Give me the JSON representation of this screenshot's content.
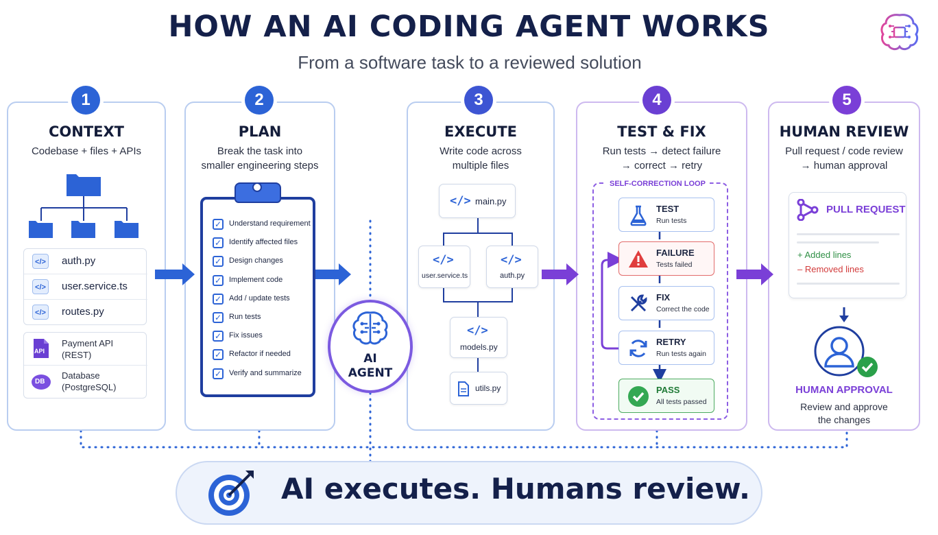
{
  "header": {
    "title": "HOW AN AI CODING AGENT WORKS",
    "subtitle": "From a software task to a reviewed solution"
  },
  "colors": {
    "navy": "#14204a",
    "blue": "#2c63d6",
    "purple": "#7a3fd7",
    "red": "#d23b3b",
    "green": "#2f8f45"
  },
  "steps": [
    {
      "number": "1",
      "title": "CONTEXT",
      "subtitle_lines": [
        "Codebase + files + APIs"
      ]
    },
    {
      "number": "2",
      "title": "PLAN",
      "subtitle_lines": [
        "Break the task into",
        "smaller engineering steps"
      ]
    },
    {
      "number": "3",
      "title": "EXECUTE",
      "subtitle_lines": [
        "Write code across",
        "multiple files"
      ]
    },
    {
      "number": "4",
      "title": "TEST & FIX",
      "subtitle_lines": [
        "Run tests → detect failure",
        "→ correct → retry"
      ]
    },
    {
      "number": "5",
      "title": "HUMAN REVIEW",
      "subtitle_lines": [
        "Pull request / code review",
        "→ human approval"
      ]
    }
  ],
  "context": {
    "files": [
      "auth.py",
      "user.service.ts",
      "routes.py"
    ],
    "code_icon": "</>",
    "api": {
      "icon_text": "API",
      "lines": [
        "Payment API",
        "(REST)"
      ]
    },
    "db": {
      "icon_text": "DB",
      "lines": [
        "Database",
        "(PostgreSQL)"
      ]
    }
  },
  "plan": {
    "check_mark": "✓",
    "items": [
      "Understand requirement",
      "Identify affected files",
      "Design changes",
      "Implement code",
      "Add / update tests",
      "Run tests",
      "Fix issues",
      "Refactor if needed",
      "Verify and summarize"
    ]
  },
  "agent": {
    "line1": "AI",
    "line2": "AGENT"
  },
  "execute": {
    "code_icon": "</>",
    "files": {
      "main": "main.py",
      "user_service": "user.service.ts",
      "auth": "auth.py",
      "models": "models.py",
      "utils": "utils.py"
    }
  },
  "test_fix": {
    "loop_label": "SELF-CORRECTION LOOP",
    "cards": [
      {
        "title": "TEST",
        "subtitle": "Run tests",
        "icon": "flask-icon"
      },
      {
        "title": "FAILURE",
        "subtitle": "Tests failed",
        "icon": "warning-icon"
      },
      {
        "title": "FIX",
        "subtitle": "Correct the code",
        "icon": "tools-icon"
      },
      {
        "title": "RETRY",
        "subtitle": "Run tests again",
        "icon": "refresh-icon"
      },
      {
        "title": "PASS",
        "subtitle": "All tests passed",
        "icon": "check-circle-icon"
      }
    ]
  },
  "review": {
    "pr_title": "PULL REQUEST",
    "added": "+  Added lines",
    "removed": "–  Removed lines",
    "approval_title": "HUMAN APPROVAL",
    "approval_lines": [
      "Review and approve",
      "the changes"
    ]
  },
  "footer": {
    "tagline": "AI executes. Humans review."
  }
}
